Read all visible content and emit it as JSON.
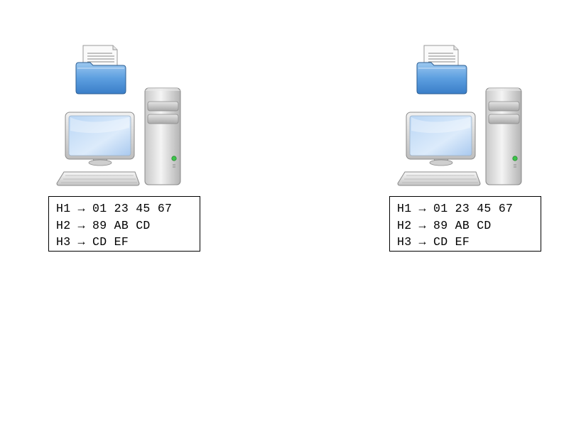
{
  "stations": [
    {
      "id": "left",
      "icons": [
        "document-icon",
        "folder-icon",
        "monitor-icon",
        "tower-icon",
        "keyboard-icon"
      ],
      "hash_lines": [
        "H1 → 01 23 45 67",
        "H2 → 89 AB CD",
        "H3 → CD EF"
      ]
    },
    {
      "id": "right",
      "icons": [
        "document-icon",
        "folder-icon",
        "monitor-icon",
        "tower-icon",
        "keyboard-icon"
      ],
      "hash_lines": [
        "H1 → 01 23 45 67",
        "H2 → 89 AB CD",
        "H3 → CD EF"
      ]
    }
  ],
  "colors": {
    "folder_blue": "#4a90d9",
    "screen_blue": "#cfe3fa",
    "case_gray": "#d9d9d9",
    "power_led": "#3cc44a",
    "border": "#000000"
  }
}
